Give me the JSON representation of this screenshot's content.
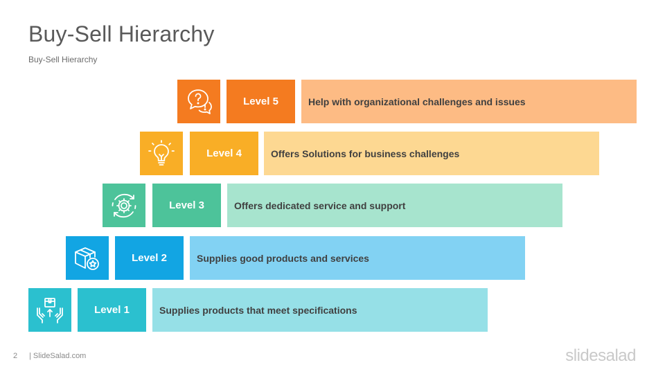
{
  "slide": {
    "title": "Buy-Sell Hierarchy",
    "subtitle": "Buy-Sell Hierarchy"
  },
  "levels": [
    {
      "label": "Level 5",
      "description": "Help with organizational challenges and issues",
      "icon": "question-chat-icon",
      "icon_color": "#F47B20",
      "level_color": "#F47B20",
      "desc_color": "#FDBB84"
    },
    {
      "label": "Level 4",
      "description": "Offers Solutions for business challenges",
      "icon": "lightbulb-icon",
      "icon_color": "#F9AE26",
      "level_color": "#F9AE26",
      "desc_color": "#FDD892"
    },
    {
      "label": "Level 3",
      "description": "Offers dedicated service and support",
      "icon": "gear-cycle-icon",
      "icon_color": "#4DC39A",
      "level_color": "#4DC39A",
      "desc_color": "#A7E4CE"
    },
    {
      "label": "Level 2",
      "description": "Supplies good products and services",
      "icon": "box-star-icon",
      "icon_color": "#12A5E3",
      "level_color": "#12A5E3",
      "desc_color": "#82D2F3"
    },
    {
      "label": "Level 1",
      "description": "Supplies products that meet specifications",
      "icon": "hands-box-icon",
      "icon_color": "#2BC0CF",
      "level_color": "#2BC0CF",
      "desc_color": "#96E0E7"
    }
  ],
  "footer": {
    "page_number": "2",
    "site": "| SlideSalad.com",
    "brand": "slidesalad"
  }
}
